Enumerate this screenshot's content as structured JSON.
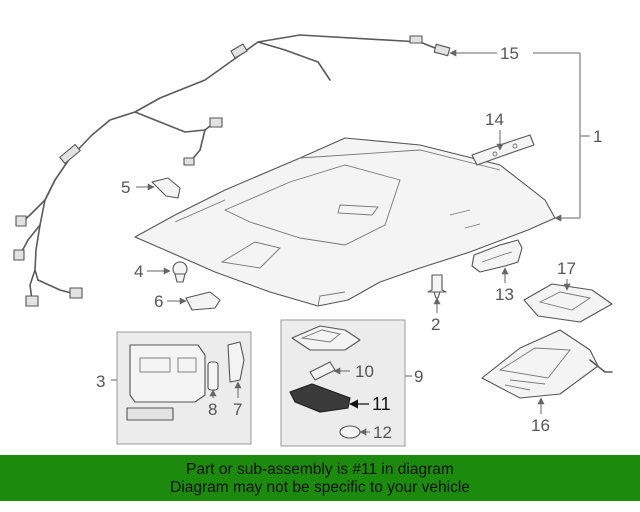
{
  "diagram": {
    "callouts": {
      "c1": "1",
      "c2": "2",
      "c3": "3",
      "c4": "4",
      "c5": "5",
      "c6": "6",
      "c7": "7",
      "c8": "8",
      "c9": "9",
      "c10": "10",
      "c11": "11",
      "c12": "12",
      "c13": "13",
      "c14": "14",
      "c15": "15",
      "c16": "16",
      "c17": "17"
    },
    "highlighted_part": "11"
  },
  "footer": {
    "line1": "Part or sub-assembly is #11 in diagram",
    "line2": "Diagram may not be specific to your vehicle"
  },
  "colors": {
    "footer_background": "#1c8a0c",
    "highlight_fill": "#3a3a3a",
    "group_box_fill": "#ececec"
  }
}
